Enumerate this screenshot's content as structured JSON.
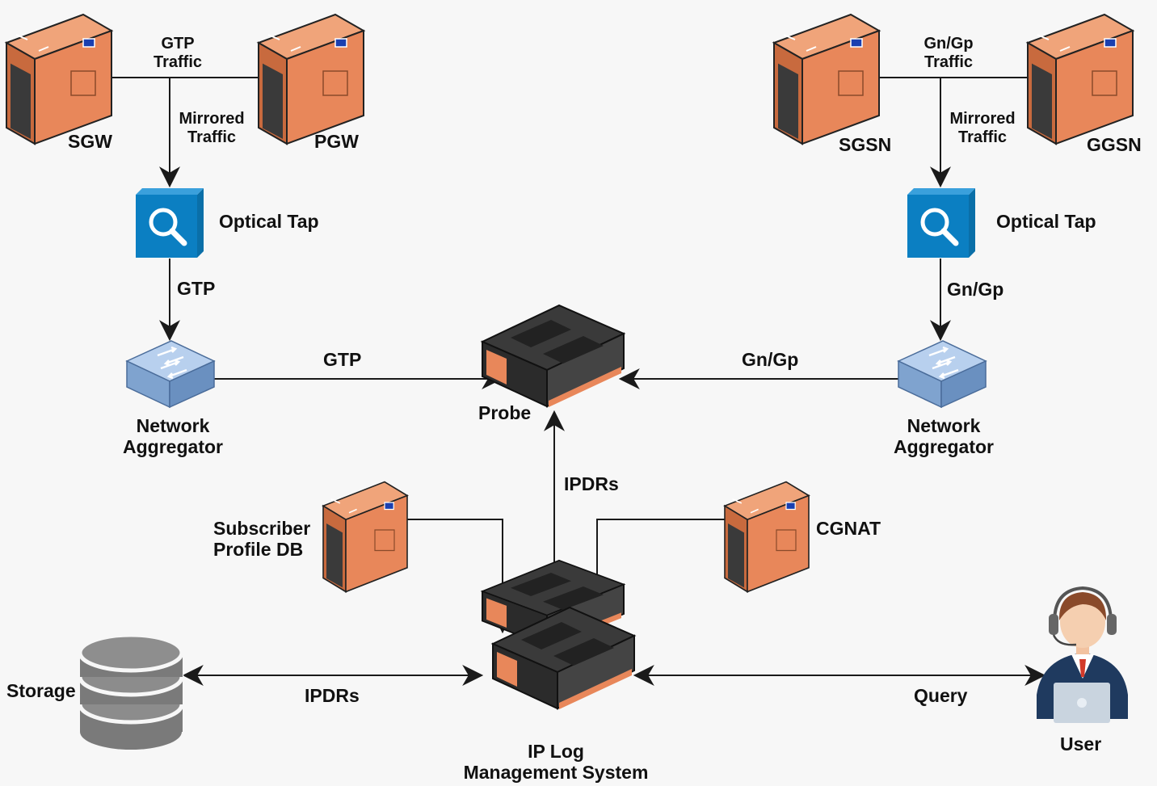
{
  "labels": {
    "gtp_traffic": "GTP\nTraffic",
    "mirrored_left": "Mirrored\nTraffic",
    "sgw": "SGW",
    "pgw": "PGW",
    "gngp_traffic": "Gn/Gp\nTraffic",
    "mirrored_right": "Mirrored\nTraffic",
    "sgsn": "SGSN",
    "ggsn": "GGSN",
    "optical_tap_left": "Optical Tap",
    "optical_tap_right": "Optical Tap",
    "gtp_tap_left": "GTP",
    "gngp_tap_right": "Gn/Gp",
    "agg_left": "Network\nAggregator",
    "agg_right": "Network\nAggregator",
    "gtp_to_probe": "GTP",
    "gngp_to_probe": "Gn/Gp",
    "probe": "Probe",
    "ipdrs_probe": "IPDRs",
    "subscriber_db": "Subscriber\nProfile DB",
    "cgnat": "CGNAT",
    "storage": "Storage",
    "ipdrs_storage": "IPDRs",
    "query": "Query",
    "ip_log": "IP Log\nManagement System",
    "user": "User"
  },
  "colors": {
    "server_orange": "#e8875a",
    "server_dark": "#3a3a3a",
    "tap_blue": "#0b7fc2",
    "switch_blue": "#8fb4de",
    "db_gray": "#7a7a7a",
    "line": "#1a1a1a"
  }
}
